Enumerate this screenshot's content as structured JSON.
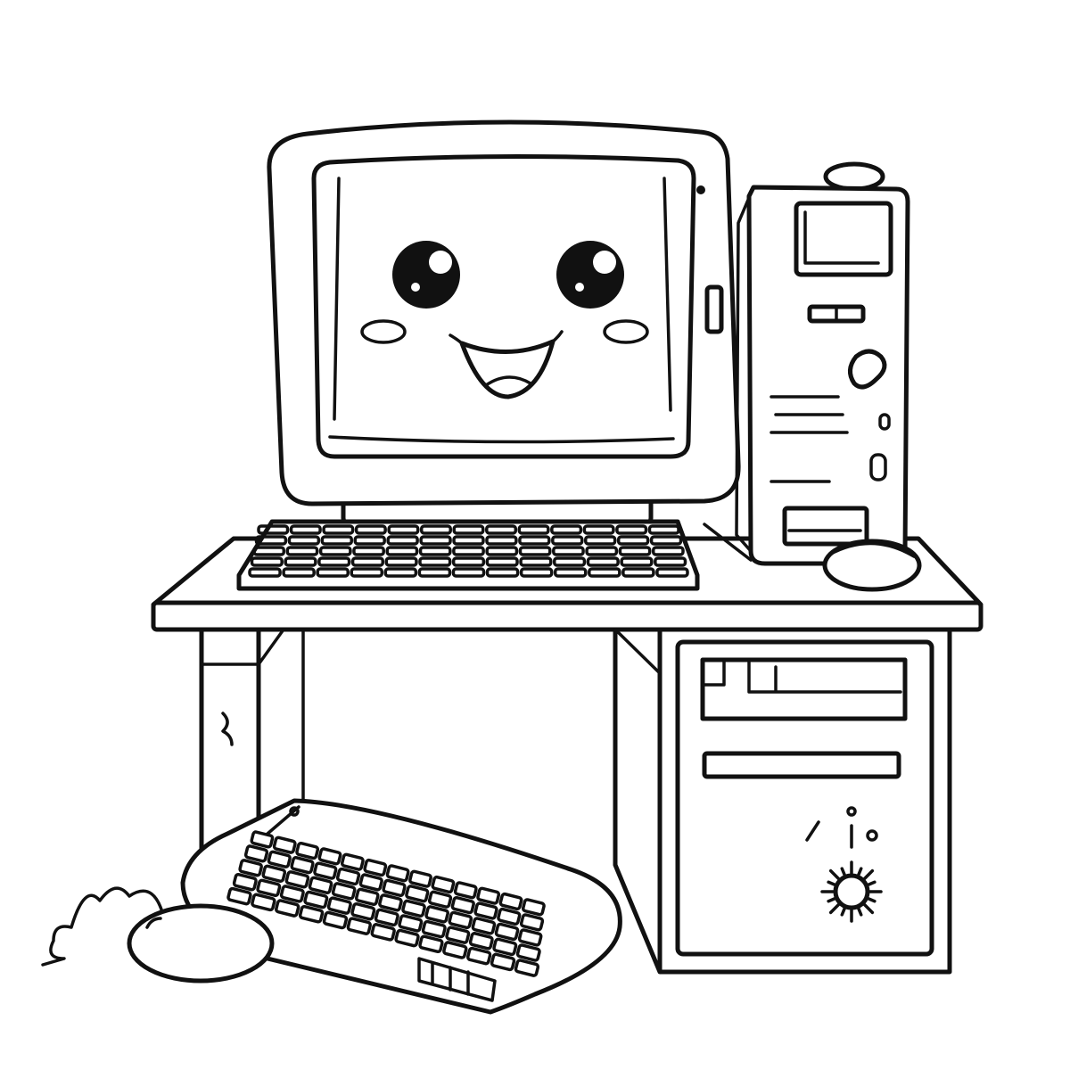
{
  "colors": {
    "stroke": "#111111",
    "background": "#ffffff"
  },
  "illustration": {
    "desk_keyboard": {
      "rows": 5,
      "keys_per_row": 13
    },
    "floor_keyboard": {
      "rows": 5,
      "keys_per_row": 13
    }
  }
}
